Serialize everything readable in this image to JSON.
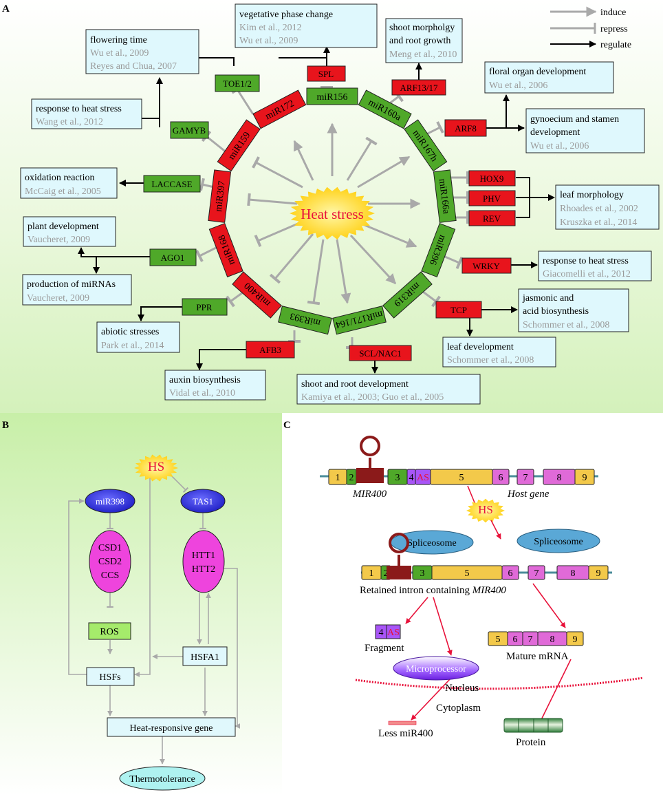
{
  "panels": {
    "a": "A",
    "b": "B",
    "c": "C"
  },
  "legend": {
    "induce": "induce",
    "repress": "repress",
    "regulate": "regulate"
  },
  "center": "Heat stress",
  "mirnas": [
    "miR156",
    "miR160a",
    "miR167h",
    "miR166a",
    "miR396",
    "miR319",
    "miR171/164",
    "miR393",
    "miR400",
    "miR168",
    "miR397",
    "miR159",
    "miR172"
  ],
  "targets": {
    "spl": "SPL",
    "arf1317": "ARF13/17",
    "arf8": "ARF8",
    "hox9": "HOX9",
    "phv": "PHV",
    "rev": "REV",
    "wrky": "WRKY",
    "tcp": "TCP",
    "sclnac1": "SCL/NAC1",
    "afb3": "AFB3",
    "ppr": "PPR",
    "ago1": "AGO1",
    "laccase": "LACCASE",
    "gamyb": "GAMYB",
    "toe12": "TOE1/2"
  },
  "outcomes": {
    "veg": {
      "t": "vegetative phase change",
      "c1": "Kim et al., 2012",
      "c2": "Wu et al., 2009"
    },
    "flow": {
      "t": "flowering time",
      "c1": "Wu et al., 2009",
      "c2": "Reyes and Chua, 2007"
    },
    "shoot": {
      "t1": "shoot morpholgy",
      "t2": "and root growth",
      "c": "Meng et al., 2010"
    },
    "floral": {
      "t": "floral organ development",
      "c": "Wu et al., 2006"
    },
    "gyno": {
      "t1": "gynoecium and stamen",
      "t2": "development",
      "c": "Wu et al., 2006"
    },
    "heat1": {
      "t": "response to heat stress",
      "c": "Wang et al., 2012"
    },
    "oxid": {
      "t": "oxidation reaction",
      "c": "McCaig et al., 2005"
    },
    "leafm": {
      "t": "leaf morphology",
      "c1": "Rhoades et al., 2002",
      "c2": "Kruszka et al., 2014"
    },
    "plantdev": {
      "t": "plant development",
      "c": "Vaucheret, 2009"
    },
    "prod": {
      "t": "production of  miRNAs",
      "c": "Vaucheret, 2009"
    },
    "heat2": {
      "t": "response to heat stress",
      "c": "Giacomelli et al., 2012"
    },
    "jasm": {
      "t1": "jasmonic and",
      "t2": "acid biosynthesis",
      "c": "Schommer et al., 2008"
    },
    "abiotic": {
      "t": "abiotic stresses",
      "c": "Park et al., 2014"
    },
    "leafd": {
      "t": "leaf development",
      "c": "Schommer et al., 2008"
    },
    "auxin": {
      "t": "auxin biosynthesis",
      "c": "Vidal et al., 2010"
    },
    "sroot": {
      "t": "shoot and root development",
      "c": "Kamiya et al., 2003; Guo et al., 2005"
    }
  },
  "panel_b": {
    "hs": "HS",
    "mir398": "miR398",
    "tas1": "TAS1",
    "csd1": "CSD1",
    "csd2": "CSD2",
    "ccs": "CCS",
    "htt1": "HTT1",
    "htt2": "HTT2",
    "ros": "ROS",
    "hsfs": "HSFs",
    "hsfa1": "HSFA1",
    "heatgene": "Heat-responsive gene",
    "thermo": "Thermotolerance"
  },
  "panel_c": {
    "exons_top": [
      "1",
      "2",
      "3",
      "4",
      "AS",
      "5",
      "6",
      "7",
      "8",
      "9"
    ],
    "mir400": "MIR400",
    "host": "Host gene",
    "hs": "HS",
    "spliceosome": "Spliceosome",
    "exons_mid": [
      "1",
      "2",
      "3",
      "5",
      "6",
      "7",
      "8",
      "9"
    ],
    "retained_prefix": "Retained intron containing ",
    "retained_italic": "MIR400",
    "frag_num": "4",
    "frag_as": "AS",
    "fragment": "Fragment",
    "mature_exons": [
      "5",
      "6",
      "7",
      "8",
      "9"
    ],
    "mature": "Mature mRNA",
    "microprocessor": "Microprocessor",
    "nucleus": "Nucleus",
    "cytoplasm": "Cytoplasm",
    "lessmir": "Less miR400",
    "protein": "Protein"
  }
}
